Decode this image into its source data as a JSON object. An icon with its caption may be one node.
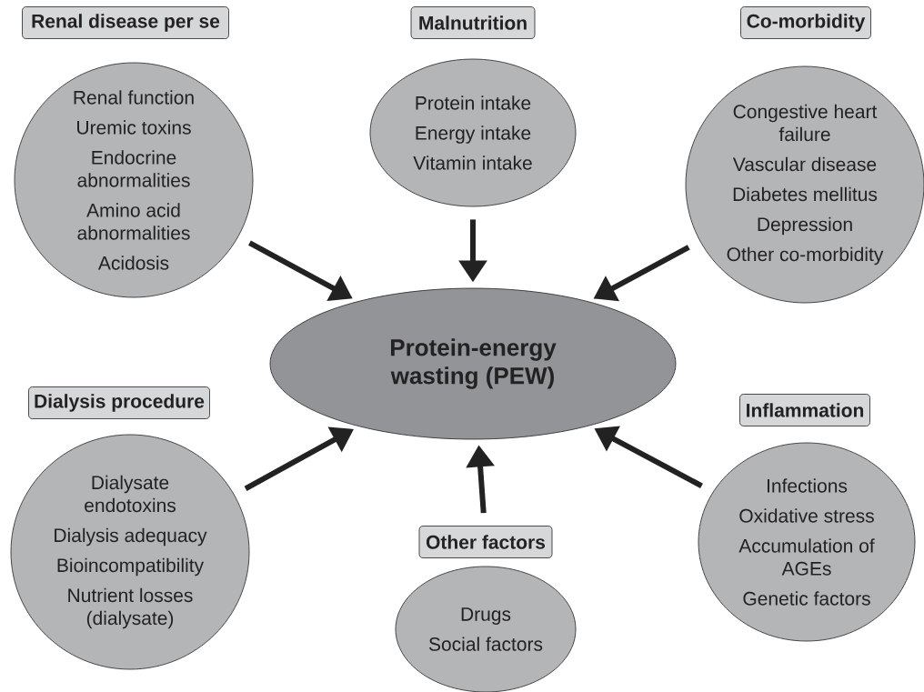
{
  "diagram": {
    "nodes": [
      {
        "text": [
          "Renal disease per se"
        ]
      },
      {
        "text": [
          "Renal function",
          "Uremic toxins",
          "Endocrine abnormalities",
          "Amino acid abnormalities",
          "Acidosis"
        ]
      },
      {
        "text": [
          "Malnutrition"
        ]
      },
      {
        "text": [
          "Protein intake",
          "Energy intake",
          "Vitamin intake"
        ]
      },
      {
        "text": [
          "Co-morbidity"
        ]
      },
      {
        "text": [
          "Congestive heart failure",
          "Vascular disease",
          "Diabetes mellitus",
          "Depression",
          "Other co-morbidity"
        ]
      },
      {
        "text": [
          "Protein-energy wasting (PEW)"
        ]
      },
      {
        "text": [
          "Dialysis procedure"
        ]
      },
      {
        "text": [
          "Dialysate endotoxins",
          "Dialysis adequacy",
          "Bioincompatibility",
          "Nutrient losses (dialysate)"
        ]
      },
      {
        "text": [
          "Inflammation"
        ]
      },
      {
        "text": [
          "Infections",
          "Oxidative stress",
          "Accumulation of AGEs",
          "Genetic factors"
        ]
      },
      {
        "text": [
          "Other factors"
        ]
      },
      {
        "text": [
          "Drugs",
          "Social factors"
        ]
      }
    ],
    "edges": [
      {
        "from": 1,
        "to": 6,
        "arrow": "to"
      },
      {
        "from": 3,
        "to": 6,
        "arrow": "to"
      },
      {
        "from": 5,
        "to": 6,
        "arrow": "to"
      },
      {
        "from": 8,
        "to": 6,
        "arrow": "to"
      },
      {
        "from": 10,
        "to": 6,
        "arrow": "to"
      },
      {
        "from": 11,
        "to": 6,
        "arrow": "to"
      }
    ]
  }
}
